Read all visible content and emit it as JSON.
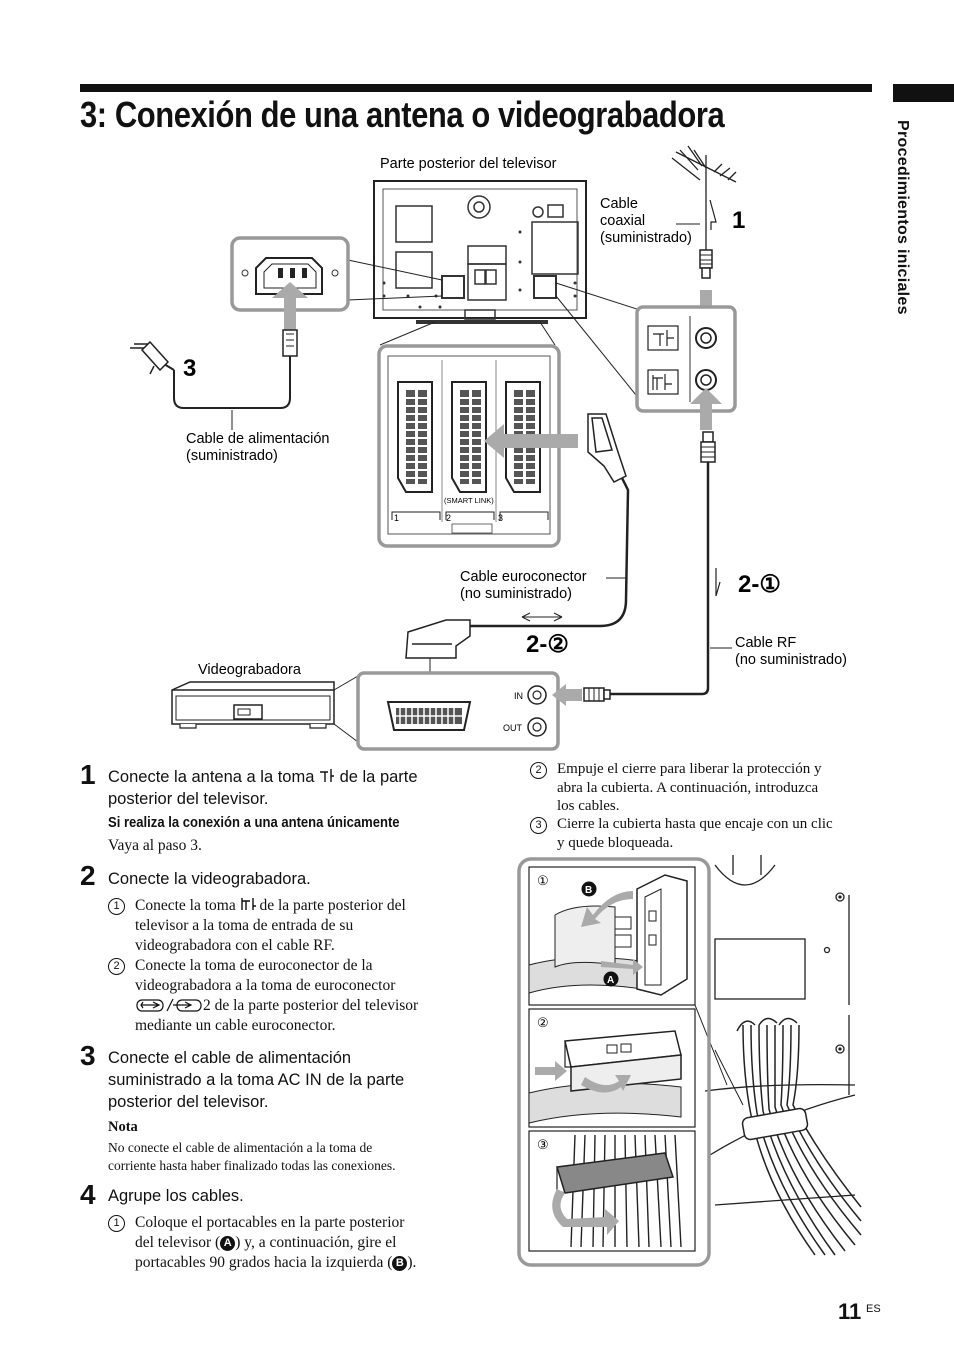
{
  "page": {
    "title": "3: Conexión de una antena o videograbadora",
    "side_tab": "Procedimientos iniciales",
    "page_number": "11",
    "page_suffix": "ES"
  },
  "diagram": {
    "tv_rear_label": "Parte posterior del televisor",
    "coax_label_1": "Cable",
    "coax_label_2": "coaxial",
    "coax_label_3": "(suministrado)",
    "power_label_1": "Cable de alimentación",
    "power_label_2": "(suministrado)",
    "scart_label_1": "Cable euroconector",
    "scart_label_2": "(no suministrado)",
    "rf_label_1": "Cable RF",
    "rf_label_2": "(no suministrado)",
    "vcr_label": "Videograbadora",
    "step1_callout": "1",
    "step3_callout": "3",
    "step21_callout": "2-①",
    "step22_callout": "2-②",
    "smart_link": "(SMART LINK)",
    "scart_n1": "1",
    "scart_n2": "2",
    "scart_n3": "3",
    "vcr_in": "IN",
    "vcr_out": "OUT",
    "mark_b": "B",
    "mark_a": "A",
    "photo_1": "①",
    "photo_2": "②",
    "photo_3": "③"
  },
  "steps": {
    "s1": {
      "num": "1",
      "text_a": "Conecte la antena a la toma",
      "text_b": "de la parte",
      "text_c": "posterior del televisor.",
      "subhead": "Si realiza la conexión a una antena únicamente",
      "sub_body": "Vaya al paso 3."
    },
    "s2": {
      "num": "2",
      "text": "Conecte la videograbadora.",
      "item1_mark": "1",
      "item1_l1a": "Conecte la toma",
      "item1_l1b": "de la parte posterior del",
      "item1_l2": "televisor a la toma de entrada de su",
      "item1_l3": "videograbadora con el cable RF.",
      "item2_mark": "2",
      "item2_l1": "Conecte la toma de euroconector de la",
      "item2_l2": "videograbadora a la toma de euroconector",
      "item2_l3": "2 de la parte posterior del televisor",
      "item2_l4": "mediante un cable euroconector."
    },
    "s3": {
      "num": "3",
      "l1": "Conecte el cable de alimentación",
      "l2": "suministrado a la toma AC IN de la parte",
      "l3": "posterior del televisor.",
      "nota_head": "Nota",
      "nota_l1": "No conecte el cable de alimentación a la toma de",
      "nota_l2": "corriente hasta haber finalizado todas las conexiones."
    },
    "s4": {
      "num": "4",
      "text": "Agrupe los cables.",
      "item1_mark": "1",
      "item1_l1": "Coloque el portacables en la parte posterior",
      "item1_l2a": "del televisor (",
      "item1_l2b": ") y, a continuación, gire el",
      "item1_l3a": "portacables 90 grados hacia la izquierda (",
      "item1_l3b": ").",
      "mark_a": "A",
      "mark_b": "B"
    },
    "right": {
      "item2_mark": "2",
      "item2_l1": "Empuje el cierre para liberar la protección y",
      "item2_l2": "abra la cubierta. A continuación, introduzca",
      "item2_l3": "los cables.",
      "item3_mark": "3",
      "item3_l1": "Cierre la cubierta hasta que encaje con un clic",
      "item3_l2": "y quede bloqueada."
    }
  }
}
